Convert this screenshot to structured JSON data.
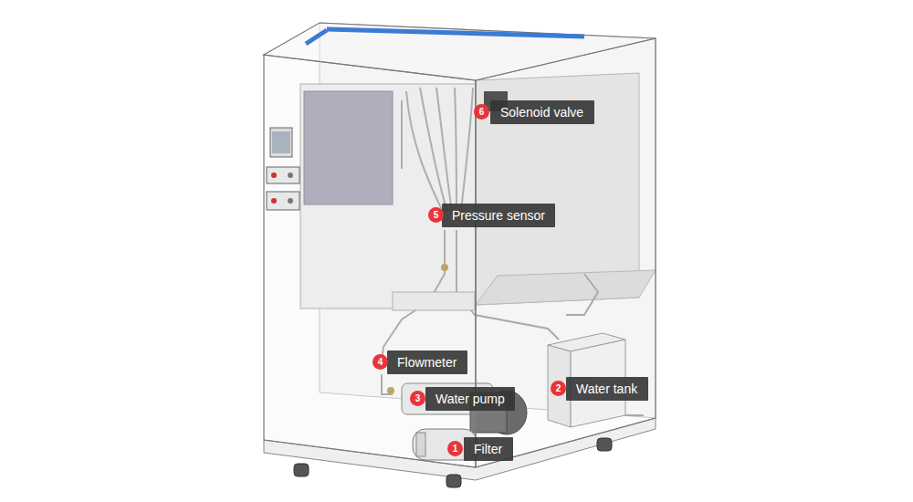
{
  "diagram": {
    "nodes": [
      {
        "text": [
          "6"
        ]
      },
      {
        "text": [
          "Solenoid valve"
        ]
      },
      {
        "text": [
          "5"
        ]
      },
      {
        "text": [
          "Pressure sensor"
        ]
      },
      {
        "text": [
          "4"
        ]
      },
      {
        "text": [
          "Flowmeter"
        ]
      },
      {
        "text": [
          "3"
        ]
      },
      {
        "text": [
          "Water pump"
        ]
      },
      {
        "text": [
          "2"
        ]
      },
      {
        "text": [
          "Water tank"
        ]
      },
      {
        "text": [
          "1"
        ]
      },
      {
        "text": [
          "Filter"
        ]
      }
    ]
  }
}
